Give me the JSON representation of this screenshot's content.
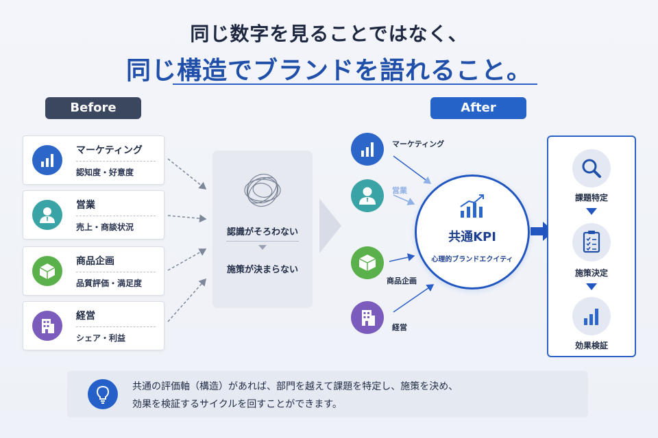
{
  "title": {
    "line1": "同じ数字を見ることではなく、",
    "line2": "同じ構造でブランドを語れること。"
  },
  "before": {
    "label": "Before",
    "cards": [
      {
        "title": "マーケティング",
        "metric": "認知度・好意度",
        "icon": "bar-chart-icon",
        "color": "#2d66c9"
      },
      {
        "title": "営業",
        "metric": "売上・商談状況",
        "icon": "person-icon",
        "color": "#3aa3a6"
      },
      {
        "title": "商品企画",
        "metric": "品質評価・満足度",
        "icon": "box-icon",
        "color": "#5ab04a"
      },
      {
        "title": "経営",
        "metric": "シェア・利益",
        "icon": "building-icon",
        "color": "#7b5cbd"
      }
    ],
    "problem": {
      "line1": "認識がそろわない",
      "line2": "施策が決まらない"
    }
  },
  "after": {
    "label": "After",
    "departments": [
      {
        "name": "マーケティング",
        "icon": "bar-chart-icon",
        "color": "#2d66c9"
      },
      {
        "name": "営業",
        "icon": "person-icon",
        "color": "#3aa3a6"
      },
      {
        "name": "商品企画",
        "icon": "box-icon",
        "color": "#5ab04a"
      },
      {
        "name": "経営",
        "icon": "building-icon",
        "color": "#7b5cbd"
      }
    ],
    "kpi": {
      "title": "共通KPI",
      "subtitle": "心理的ブランドエクイティ"
    },
    "cycle": [
      {
        "label": "課題特定",
        "icon": "magnifier-icon"
      },
      {
        "label": "施策決定",
        "icon": "clipboard-check-icon"
      },
      {
        "label": "効果検証",
        "icon": "bar-chart-icon"
      }
    ]
  },
  "note": {
    "line1": "共通の評価軸（構造）があれば、部門を越えて課題を特定し、施策を決め、",
    "line2": "効果を検証するサイクルを回すことができます。",
    "icon": "lightbulb-icon"
  },
  "colors": {
    "accent": "#2156c0",
    "dark_pill": "#3a475e"
  }
}
